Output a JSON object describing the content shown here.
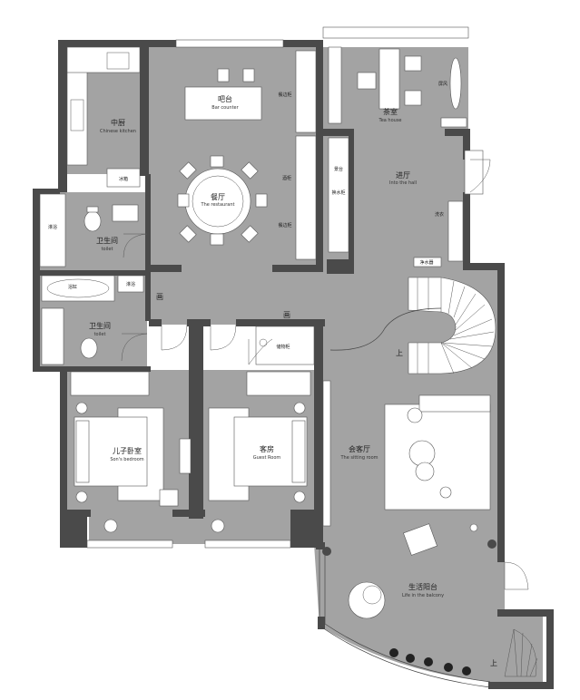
{
  "rooms": {
    "chinese_kitchen": {
      "cn": "中厨",
      "en": "Chinese kitchen"
    },
    "bar_counter": {
      "cn": "吧台",
      "en": "Bar counter"
    },
    "restaurant": {
      "cn": "餐厅",
      "en": "The restaurant"
    },
    "tea_house": {
      "cn": "茶室",
      "en": "Tea house"
    },
    "hall": {
      "cn": "进厅",
      "en": "Into the hall"
    },
    "toilet_1": {
      "cn": "卫生间",
      "en": "toilet"
    },
    "toilet_2": {
      "cn": "卫生间",
      "en": "toilet"
    },
    "son_bedroom": {
      "cn": "儿子卧室",
      "en": "Son's bedroom"
    },
    "guest_room": {
      "cn": "客房",
      "en": "Guest Room"
    },
    "sitting_room": {
      "cn": "会客厅",
      "en": "The sitting room"
    },
    "balcony": {
      "cn": "生活阳台",
      "en": "Life in the balcony"
    }
  },
  "labels": {
    "fridge": "冰箱",
    "sideboard_1": "餐边柜",
    "wine_cabinet": "酒柜",
    "sideboard_2": "餐边柜",
    "screen": "屏风",
    "display": "景台",
    "shoe_cabinet": "换水柜",
    "shower": "淋浴",
    "bathtub": "浴缸",
    "shower_2": "淋浴",
    "water_purifier": "净水器",
    "storage": "储物柜",
    "washer": "洗衣",
    "corridor_1": "画",
    "corridor_2": "画",
    "up_1": "上",
    "up_2": "上"
  }
}
